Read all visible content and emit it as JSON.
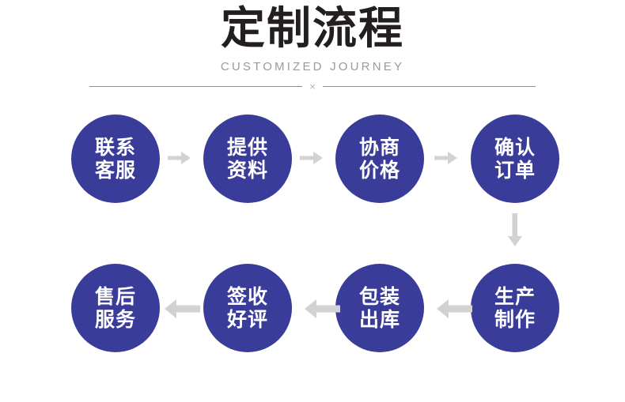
{
  "header": {
    "title": "定制流程",
    "subtitle": "CUSTOMIZED JOURNEY",
    "divider_mark": "×"
  },
  "colors": {
    "node_fill": "#3a3c9a",
    "node_text": "#ffffff",
    "arrow": "#d2d2d2",
    "title_text": "#231f20",
    "subtitle_text": "#9a9a9a",
    "divider_rule": "#8d8d8d",
    "background": "#ffffff"
  },
  "flow": {
    "steps": [
      {
        "index": 1,
        "line1": "联系",
        "line2": "客服",
        "row": 1
      },
      {
        "index": 2,
        "line1": "提供",
        "line2": "资料",
        "row": 1
      },
      {
        "index": 3,
        "line1": "协商",
        "line2": "价格",
        "row": 1
      },
      {
        "index": 4,
        "line1": "确认",
        "line2": "订单",
        "row": 1
      },
      {
        "index": 5,
        "line1": "生产",
        "line2": "制作",
        "row": 2
      },
      {
        "index": 6,
        "line1": "包装",
        "line2": "出库",
        "row": 2
      },
      {
        "index": 7,
        "line1": "签收",
        "line2": "好评",
        "row": 2
      },
      {
        "index": 8,
        "line1": "售后",
        "line2": "服务",
        "row": 2
      }
    ],
    "connectors": [
      {
        "name": "arrow-right-1",
        "direction": "right"
      },
      {
        "name": "arrow-right-2",
        "direction": "right"
      },
      {
        "name": "arrow-right-3",
        "direction": "right"
      },
      {
        "name": "arrow-down-1",
        "direction": "down"
      },
      {
        "name": "arrow-left-1",
        "direction": "left"
      },
      {
        "name": "arrow-left-2",
        "direction": "left"
      },
      {
        "name": "arrow-left-3",
        "direction": "left"
      }
    ]
  }
}
